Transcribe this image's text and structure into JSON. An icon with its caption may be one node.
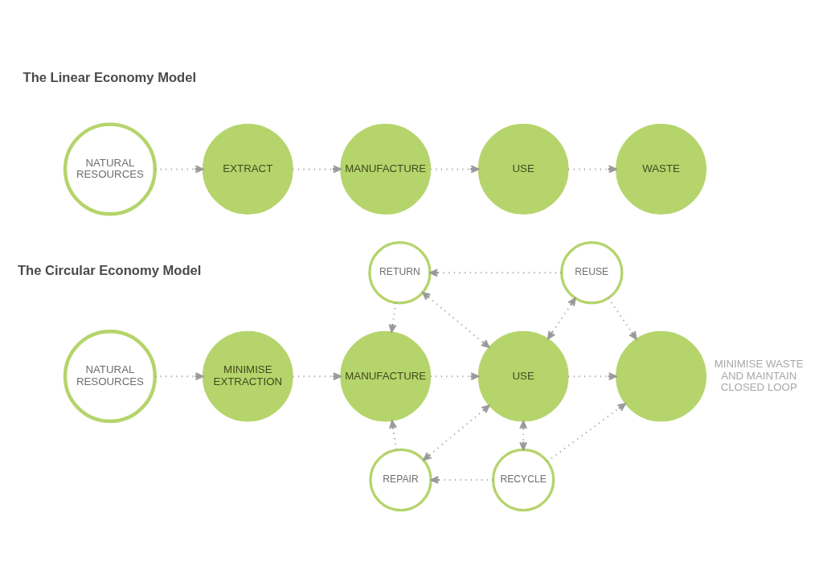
{
  "diagram": {
    "nodes": [
      {
        "text": [
          "NATURAL RESOURCES"
        ]
      },
      {
        "text": [
          "EXTRACT"
        ]
      },
      {
        "text": [
          "MANUFACTURE"
        ]
      },
      {
        "text": [
          "USE"
        ]
      },
      {
        "text": [
          "WASTE"
        ]
      },
      {
        "text": [
          "RETURN"
        ]
      },
      {
        "text": [
          "REUSE"
        ]
      },
      {
        "text": [
          "NATURAL RESOURCES"
        ]
      },
      {
        "text": [
          "MINIMISE EXTRACTION"
        ]
      },
      {
        "text": [
          "MANUFACTURE"
        ]
      },
      {
        "text": [
          "USE"
        ]
      },
      {
        "text": [],
        "shape": "circle",
        "beside": [
          "MINIMISE WASTE AND MAINTAIN CLOSED LOOP"
        ]
      },
      {
        "text": [
          "REPAIR"
        ]
      },
      {
        "text": [
          "RECYCLE"
        ]
      }
    ],
    "edges": [
      {
        "from": 0,
        "to": 1,
        "arrow": "to"
      },
      {
        "from": 1,
        "to": 2,
        "arrow": "to"
      },
      {
        "from": 2,
        "to": 3,
        "arrow": "to"
      },
      {
        "from": 3,
        "to": 4,
        "arrow": "to"
      },
      {
        "from": 7,
        "to": 8,
        "arrow": "to"
      },
      {
        "from": 8,
        "to": 9,
        "arrow": "to"
      },
      {
        "from": 9,
        "to": 10,
        "arrow": "to"
      },
      {
        "from": 10,
        "to": 11,
        "arrow": "to"
      },
      {
        "from": 5,
        "to": 9,
        "arrow": "to"
      },
      {
        "from": 5,
        "to": 10,
        "arrow": "both"
      },
      {
        "from": 6,
        "to": 5,
        "arrow": "to"
      },
      {
        "from": 6,
        "to": 10,
        "arrow": "both"
      },
      {
        "from": 6,
        "to": 11,
        "arrow": "to"
      },
      {
        "from": 12,
        "to": 9,
        "arrow": "to"
      },
      {
        "from": 10,
        "to": 12,
        "arrow": "both"
      },
      {
        "from": 10,
        "to": 13,
        "arrow": "both"
      },
      {
        "from": 13,
        "to": 12,
        "arrow": "to"
      },
      {
        "from": 13,
        "to": 11,
        "arrow": "to"
      }
    ],
    "labels": [
      "The Linear Economy Model",
      "The Circular Economy Model"
    ]
  }
}
